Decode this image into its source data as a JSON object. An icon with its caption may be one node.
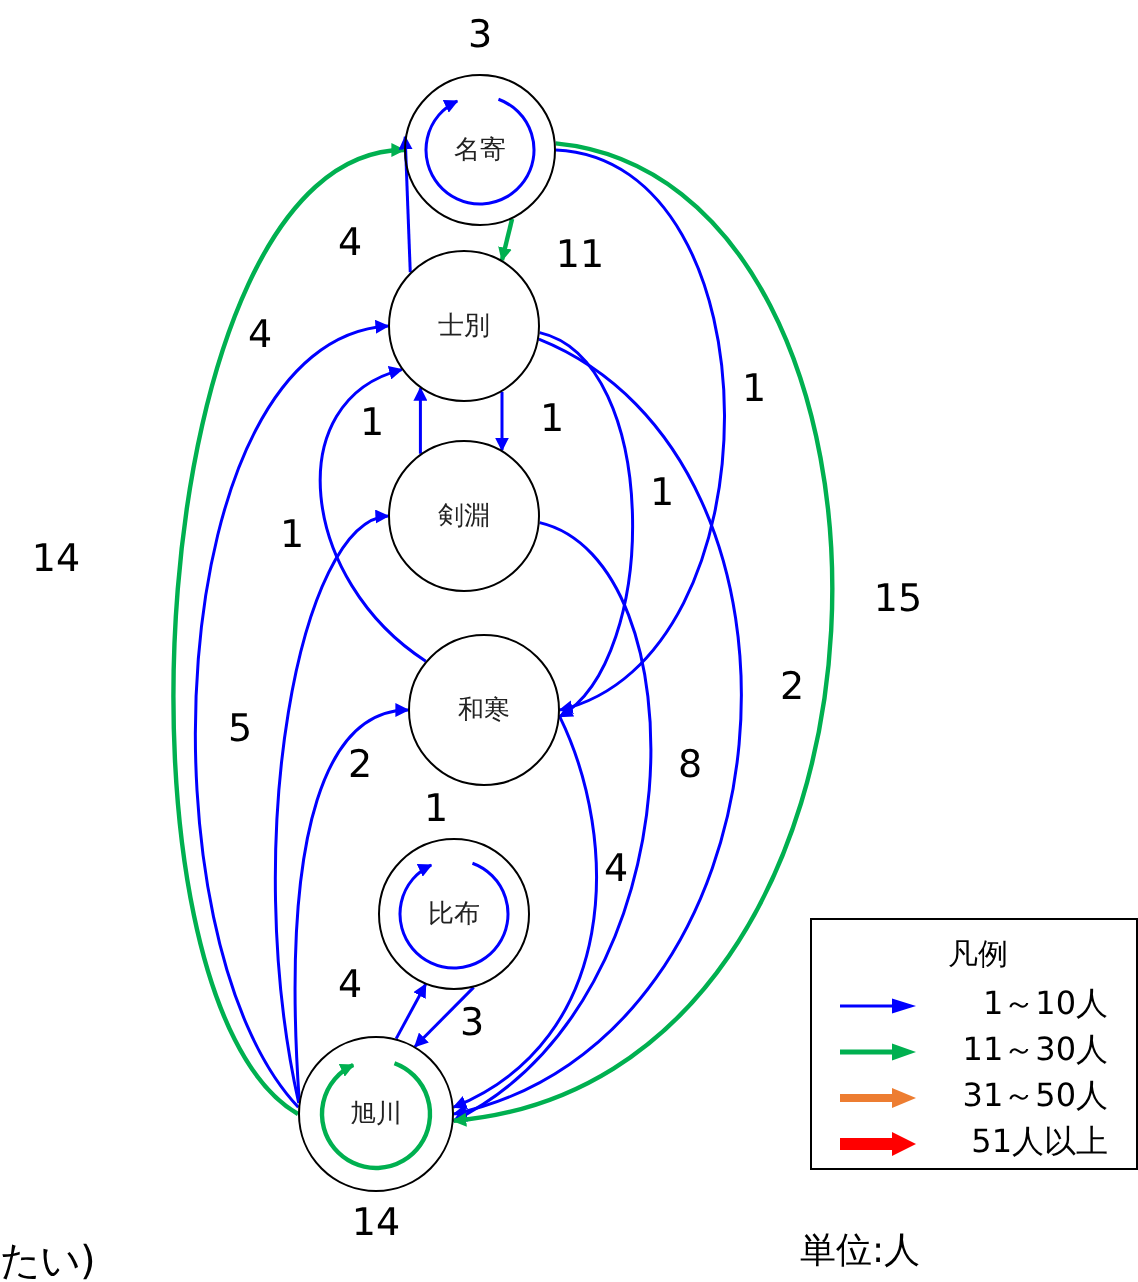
{
  "diagram": {
    "nodes": [
      {
        "text": [
          "名寄"
        ]
      },
      {
        "text": [
          "士別"
        ]
      },
      {
        "text": [
          "剣淵"
        ]
      },
      {
        "text": [
          "和寒"
        ]
      },
      {
        "text": [
          "比布"
        ]
      },
      {
        "text": [
          "旭川"
        ]
      }
    ],
    "edges": [
      {
        "from": 5,
        "to": 0,
        "arrow": "to",
        "label": "14",
        "color": "#00b050"
      },
      {
        "from": 1,
        "to": 0,
        "arrow": "to",
        "label": "4"
      },
      {
        "from": 0,
        "to": 1,
        "arrow": "to",
        "label": "11",
        "color": "#00b050"
      },
      {
        "from": 5,
        "to": 1,
        "arrow": "to",
        "label": "4"
      },
      {
        "from": 3,
        "to": 1,
        "arrow": "to",
        "label": "1"
      },
      {
        "from": 2,
        "to": 1,
        "arrow": "to",
        "label": "1"
      },
      {
        "from": 1,
        "to": 2,
        "arrow": "to",
        "label": "1"
      },
      {
        "from": 5,
        "to": 2,
        "arrow": "to",
        "label": "5"
      },
      {
        "from": 5,
        "to": 3,
        "arrow": "to",
        "label": "2"
      },
      {
        "from": 0,
        "to": 3,
        "arrow": "to",
        "label": "1"
      },
      {
        "from": 1,
        "to": 3,
        "arrow": "to",
        "label": "1"
      },
      {
        "from": 1,
        "to": 5,
        "arrow": "to",
        "label": "2"
      },
      {
        "from": 2,
        "to": 5,
        "arrow": "to",
        "label": "8"
      },
      {
        "from": 3,
        "to": 5,
        "arrow": "to",
        "label": "4"
      },
      {
        "from": 0,
        "to": 5,
        "arrow": "to",
        "label": "15",
        "color": "#00b050"
      },
      {
        "from": 5,
        "to": 4,
        "arrow": "to",
        "label": "4"
      },
      {
        "from": 4,
        "to": 5,
        "arrow": "to",
        "label": "3"
      },
      {
        "from": 0,
        "to": 0,
        "arrow": "to",
        "label": "3"
      },
      {
        "from": 4,
        "to": 4,
        "arrow": "to",
        "label": "1"
      },
      {
        "from": 5,
        "to": 5,
        "arrow": "to",
        "label": "14",
        "color": "#00b050"
      }
    ],
    "labels": [
      "凡例",
      "たい)",
      "単位:人"
    ],
    "legend": [
      {
        "text": "1～10人",
        "color": "#0000ff"
      },
      {
        "text": "11～30人",
        "color": "#00b050"
      },
      {
        "text": "31～50人",
        "color": "#ed7d31"
      },
      {
        "text": "51人以上",
        "color": "#ff0000"
      }
    ]
  }
}
